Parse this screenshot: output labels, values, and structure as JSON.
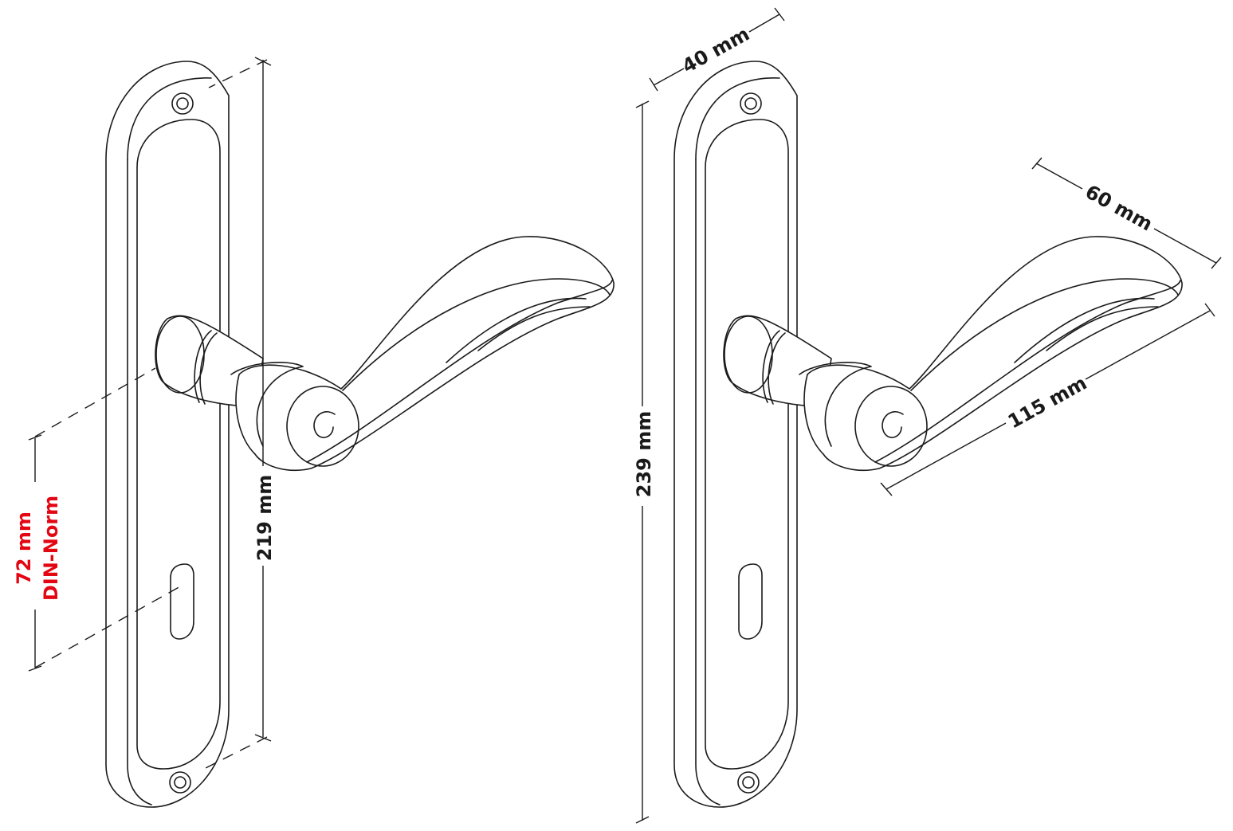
{
  "dimensions": {
    "left_height": "219 mm",
    "din_distance": "72 mm",
    "din_norm": "DIN-Norm",
    "right_height": "239 mm",
    "plate_width": "40 mm",
    "lever_depth": "60 mm",
    "lever_length": "115 mm"
  },
  "colors": {
    "line": "#1a1a1a",
    "accent": "#e30613"
  }
}
